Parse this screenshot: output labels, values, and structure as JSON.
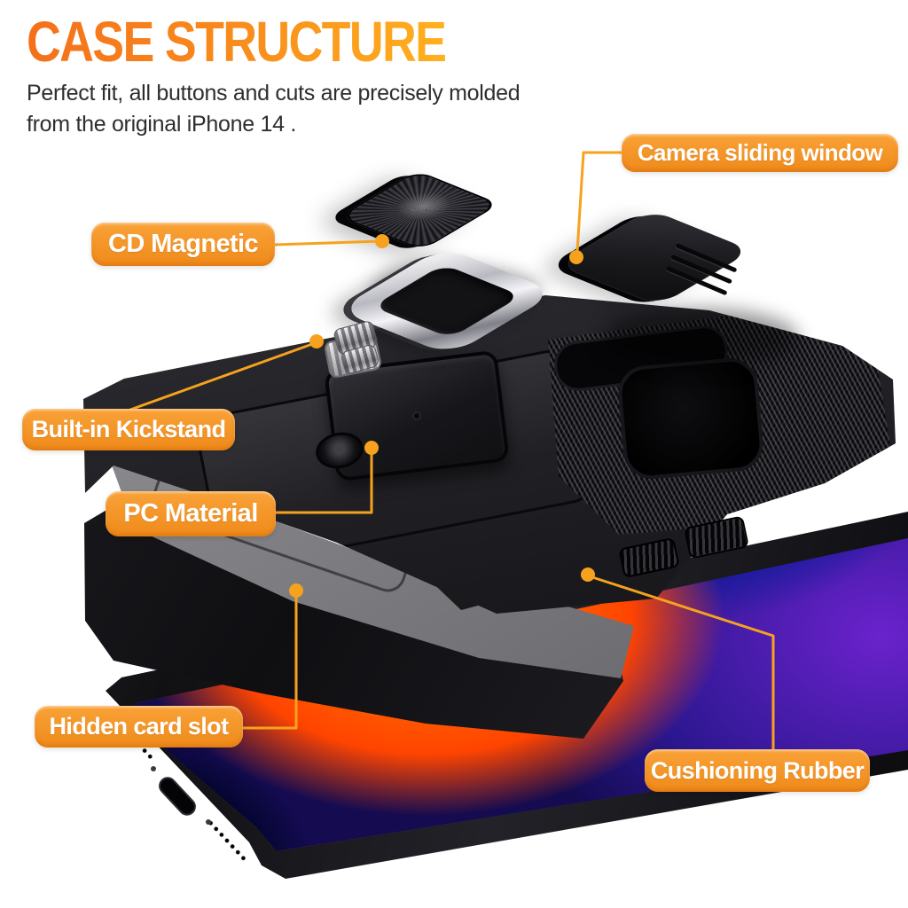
{
  "header": {
    "title": "CASE STRUCTURE",
    "subtitle_lines": [
      "Perfect fit, all buttons and cuts are precisely molded",
      "from the original iPhone 14 ."
    ]
  },
  "callouts": [
    {
      "id": "camera-sliding-window",
      "label": "Camera sliding window"
    },
    {
      "id": "cd-magnetic",
      "label": "CD Magnetic"
    },
    {
      "id": "built-in-kickstand",
      "label": "Built-in Kickstand"
    },
    {
      "id": "pc-material",
      "label": "PC Material"
    },
    {
      "id": "hidden-card-slot",
      "label": "Hidden card slot"
    },
    {
      "id": "cushioning-rubber",
      "label": "Cushioning Rubber"
    }
  ],
  "theme": {
    "background": "#FFFFFF",
    "title_gradient_start": "#F4701B",
    "title_gradient_end": "#FFB01E",
    "subtitle_color": "#2E2E2E",
    "label_gradient_top": "#F9A238",
    "label_gradient_bottom": "#EF8A1A",
    "label_text_color": "#FFFFFF",
    "leader_line_color": "#F6A21E",
    "callout_dot_color": "#F6A21E",
    "case_black": "#1A1A1E",
    "shell_gray": "#87878A",
    "chrome_ring": "#D8D8DE",
    "screen_red": "#E81400",
    "screen_orange": "#FF7A00",
    "screen_blue": "#1430C8",
    "screen_purple": "#5A1FB4"
  }
}
